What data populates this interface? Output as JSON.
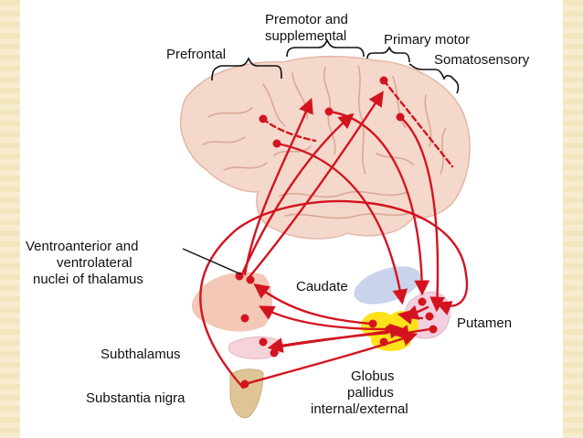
{
  "labels": {
    "premotor_line1": "Premotor and",
    "premotor_line2": "supplemental",
    "prefrontal": "Prefrontal",
    "primary_motor": "Primary motor",
    "somatosensory": "Somatosensory",
    "thalamus_line1": "Ventroanterior and",
    "thalamus_line2": "ventrolateral",
    "thalamus_line3": "nuclei of thalamus",
    "caudate": "Caudate",
    "putamen": "Putamen",
    "subthalamus": "Subthalamus",
    "substantia_nigra": "Substantia nigra",
    "globus_line1": "Globus",
    "globus_line2": "pallidus",
    "globus_line3": "internal/external"
  },
  "colors": {
    "pathway": "#d3141f",
    "cortex": "#f5d8cc",
    "cortex_folds": "#d9a897",
    "caudate": "#c9d3ec",
    "globus": "#ffe21a",
    "putamen": "#f4cfdf",
    "thalamus": "#f3c8b6",
    "substantia_nigra": "#dfc596"
  }
}
